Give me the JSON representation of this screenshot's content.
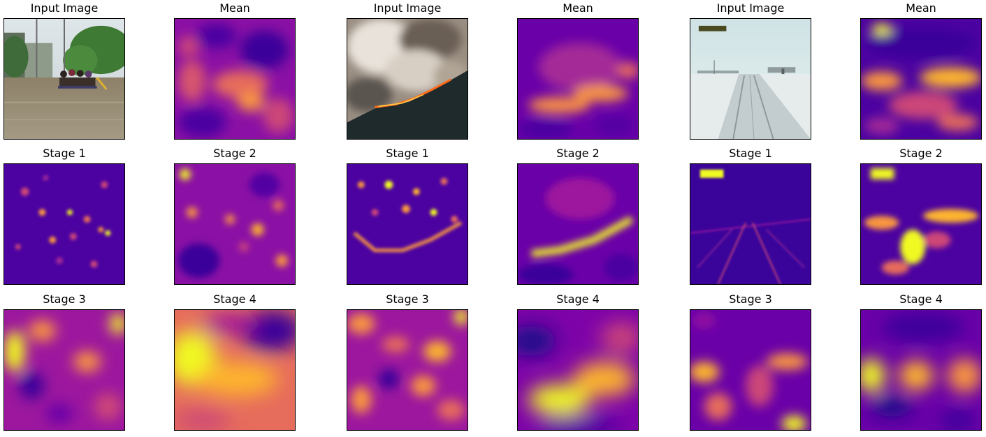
{
  "figure": {
    "panels": [
      {
        "title": "Input Image",
        "kind": "photo",
        "scene": "flood"
      },
      {
        "title": "Mean",
        "kind": "heatmap"
      },
      {
        "title": "Input Image",
        "kind": "photo",
        "scene": "wildfire"
      },
      {
        "title": "Mean",
        "kind": "heatmap"
      },
      {
        "title": "Input Image",
        "kind": "photo",
        "scene": "snowstorm"
      },
      {
        "title": "Mean",
        "kind": "heatmap"
      },
      {
        "title": "Stage 1",
        "kind": "heatmap"
      },
      {
        "title": "Stage 2",
        "kind": "heatmap"
      },
      {
        "title": "Stage 1",
        "kind": "heatmap"
      },
      {
        "title": "Stage 2",
        "kind": "heatmap"
      },
      {
        "title": "Stage 1",
        "kind": "heatmap"
      },
      {
        "title": "Stage 2",
        "kind": "heatmap"
      },
      {
        "title": "Stage 3",
        "kind": "heatmap"
      },
      {
        "title": "Stage 4",
        "kind": "heatmap"
      },
      {
        "title": "Stage 3",
        "kind": "heatmap"
      },
      {
        "title": "Stage 4",
        "kind": "heatmap"
      },
      {
        "title": "Stage 3",
        "kind": "heatmap"
      },
      {
        "title": "Stage 4",
        "kind": "heatmap"
      }
    ],
    "colormap": {
      "name": "plasma",
      "low": "#2a0593",
      "mid": "#9c179e",
      "high_mid": "#ed7953",
      "high": "#f0f921"
    }
  }
}
